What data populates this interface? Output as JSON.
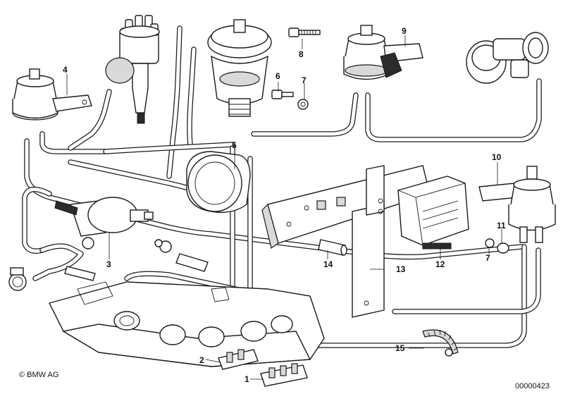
{
  "callouts": [
    {
      "id": "1",
      "label": "1"
    },
    {
      "id": "2",
      "label": "2"
    },
    {
      "id": "3",
      "label": "3"
    },
    {
      "id": "4",
      "label": "4"
    },
    {
      "id": "5",
      "label": "5"
    },
    {
      "id": "6",
      "label": "6"
    },
    {
      "id": "7a",
      "label": "7"
    },
    {
      "id": "7b",
      "label": "7"
    },
    {
      "id": "8",
      "label": "8"
    },
    {
      "id": "9",
      "label": "9"
    },
    {
      "id": "10",
      "label": "10"
    },
    {
      "id": "11",
      "label": "11"
    },
    {
      "id": "12",
      "label": "12"
    },
    {
      "id": "13",
      "label": "13"
    },
    {
      "id": "14",
      "label": "14"
    },
    {
      "id": "15",
      "label": "15"
    }
  ],
  "copyright": "© BMW AG",
  "diagram_number": "00000423"
}
